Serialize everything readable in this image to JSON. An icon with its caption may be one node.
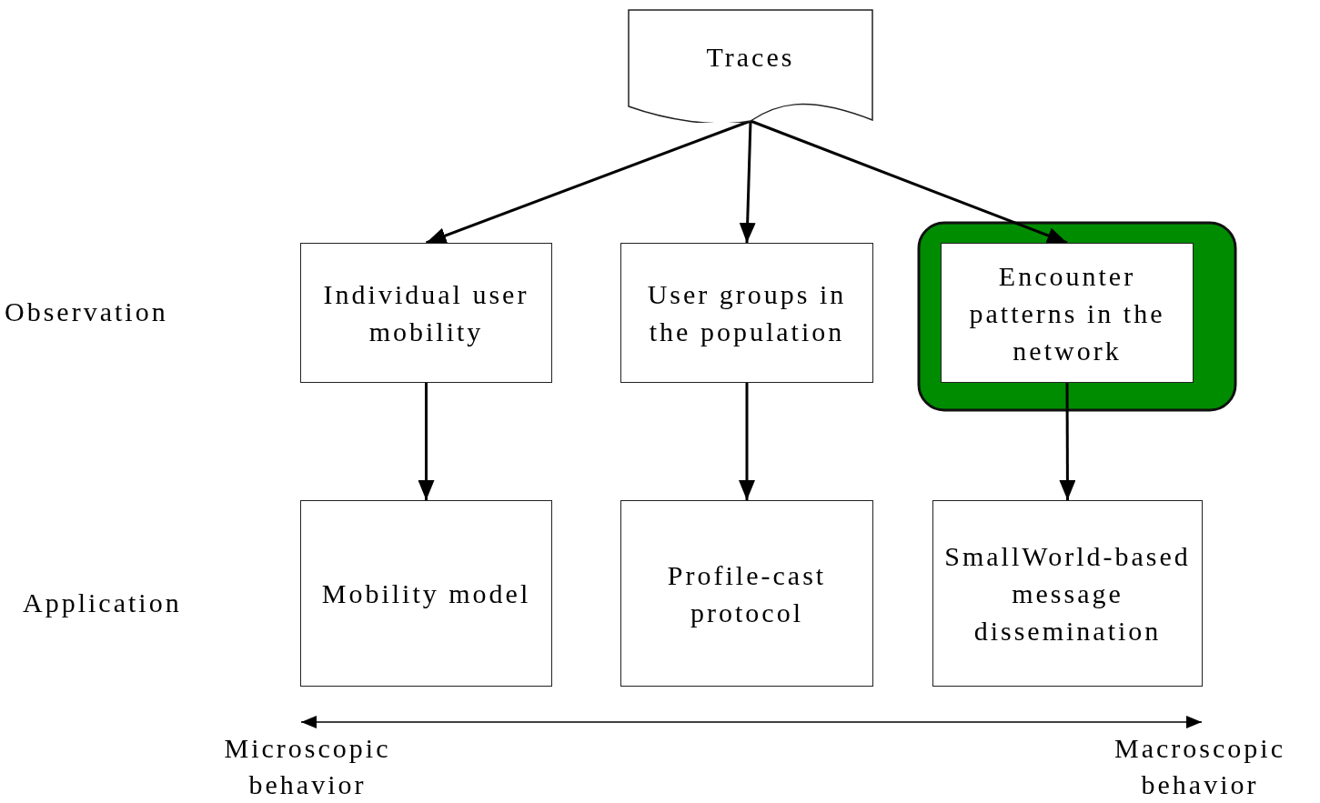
{
  "diagram": {
    "nodes": [
      {
        "text": [
          "Traces"
        ]
      },
      {
        "text": [
          "Individual user mobility"
        ]
      },
      {
        "text": [
          "User groups in the population"
        ]
      },
      {
        "text": [
          "Encounter patterns in the network"
        ]
      },
      {
        "text": [
          "Mobility model"
        ]
      },
      {
        "text": [
          "Profile-cast protocol"
        ]
      },
      {
        "text": [
          "SmallWorld-based message dissemination"
        ]
      }
    ],
    "edges": [
      {
        "from": 0,
        "to": 1,
        "arrow": "to"
      },
      {
        "from": 0,
        "to": 2,
        "arrow": "to"
      },
      {
        "from": 0,
        "to": 3,
        "arrow": "to"
      },
      {
        "from": 1,
        "to": 4,
        "arrow": "to"
      },
      {
        "from": 2,
        "to": 5,
        "arrow": "to"
      },
      {
        "from": 3,
        "to": 6,
        "arrow": "to"
      }
    ],
    "labels": [
      "Observation",
      "Application",
      "Microscopic behavior",
      "Macroscopic behavior"
    ]
  }
}
